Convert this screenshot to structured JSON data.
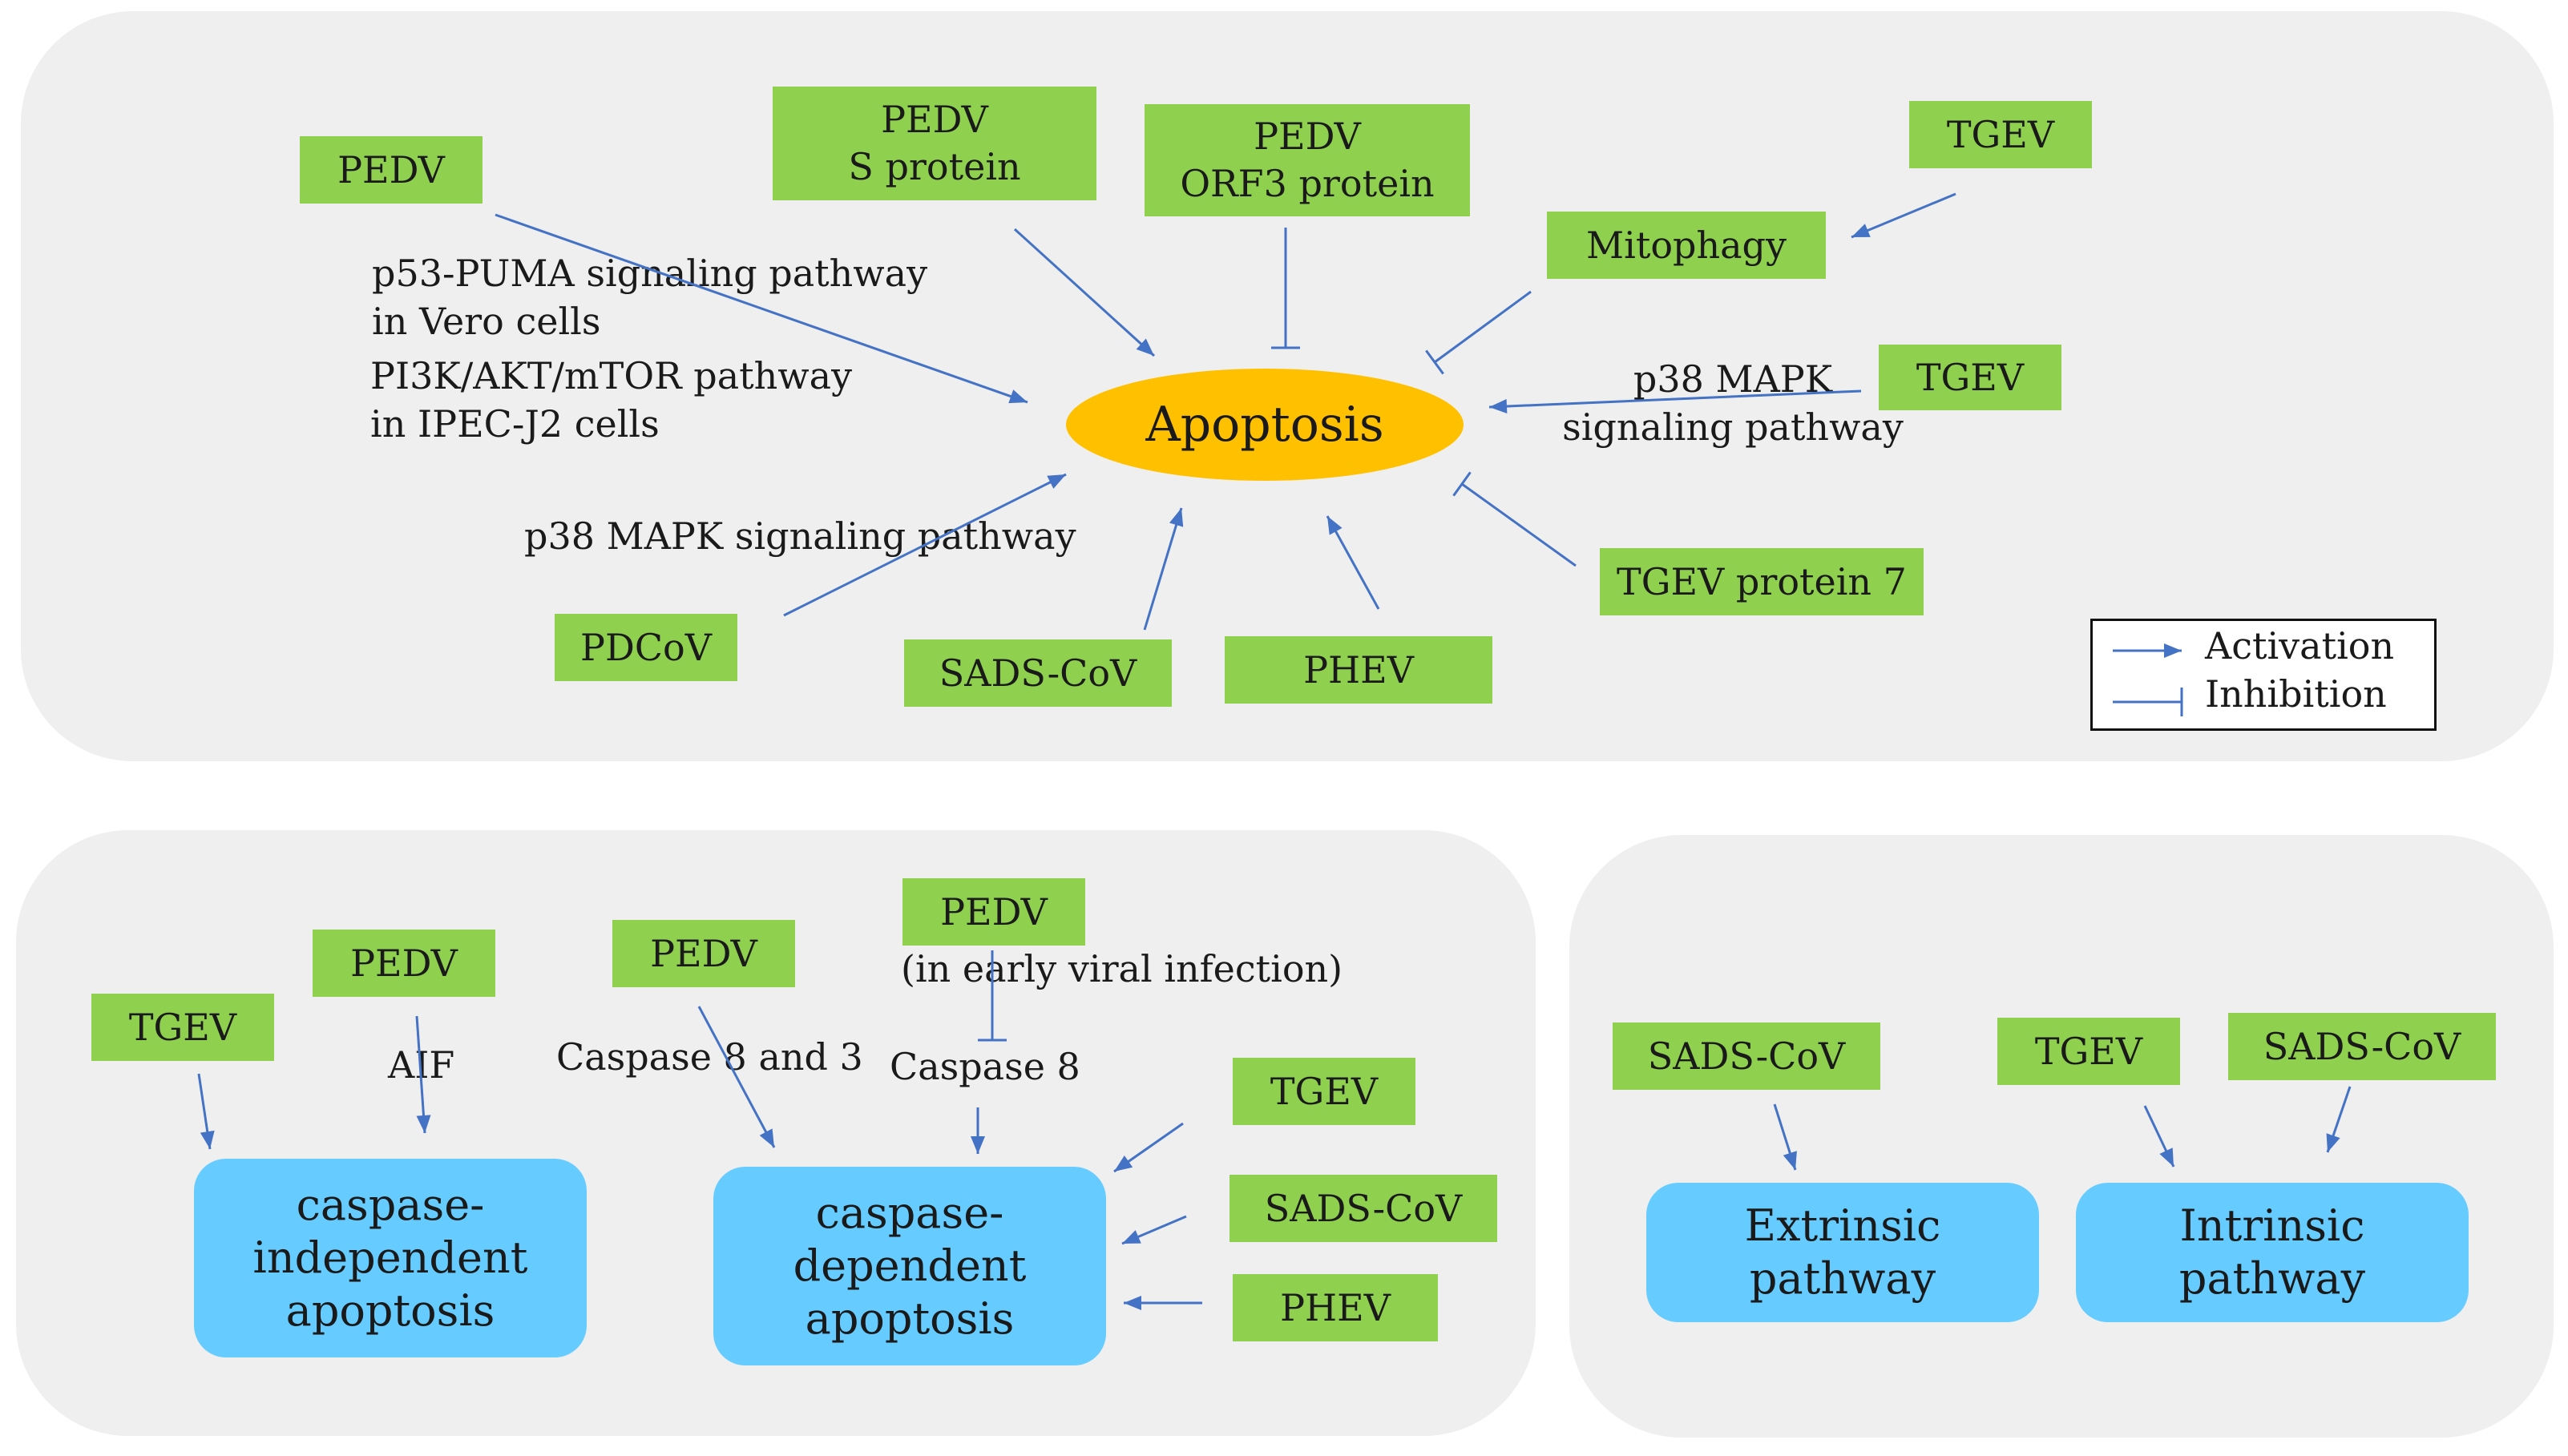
{
  "colors": {
    "panel_bg": "#efefef",
    "green_box": "#8fd14f",
    "blue_box": "#66ccff",
    "apoptosis_ellipse": "#ffc000",
    "arrow": "#4472c4"
  },
  "top_panel": {
    "center": "Apoptosis",
    "boxes": {
      "pedv_left": "PEDV",
      "pedv_s_line1": "PEDV",
      "pedv_s_line2": "S protein",
      "pedv_orf3_line1": "PEDV",
      "pedv_orf3_line2": "ORF3 protein",
      "mitophagy": "Mitophagy",
      "tgev_top": "TGEV",
      "tgev_mid": "TGEV",
      "tgev_protein7": "TGEV protein 7",
      "pdcov": "PDCoV",
      "sads_cov": "SADS-CoV",
      "phev": "PHEV"
    },
    "labels": {
      "p53_line1": "p53-PUMA signaling pathway",
      "p53_line2": "in Vero cells",
      "pi3k_line1": "PI3K/AKT/mTOR pathway",
      "pi3k_line2": "in IPEC-J2 cells",
      "p38_left": "p38 MAPK signaling  pathway",
      "p38_right_line1": "p38 MAPK",
      "p38_right_line2": "signaling  pathway"
    },
    "legend": {
      "activation": "Activation",
      "inhibition": "Inhibition"
    }
  },
  "bottom_left_panel": {
    "boxes": {
      "tgev": "TGEV",
      "pedv_aif": "PEDV",
      "pedv_caspase": "PEDV",
      "pedv_early": "PEDV",
      "tgev_right": "TGEV",
      "sads_cov": "SADS-CoV",
      "phev": "PHEV"
    },
    "labels": {
      "aif": "AIF",
      "caspase_8_3": "Caspase 8 and 3",
      "early_infection": "(in early viral infection)",
      "caspase_8": "Caspase  8"
    },
    "outcomes": {
      "independent_line1": "caspase-",
      "independent_line2": "independent",
      "independent_line3": "apoptosis",
      "dependent_line1": "caspase-",
      "dependent_line2": "dependent",
      "dependent_line3": "apoptosis"
    }
  },
  "bottom_right_panel": {
    "boxes": {
      "sads_cov_left": "SADS-CoV",
      "tgev": "TGEV",
      "sads_cov_right": "SADS-CoV"
    },
    "outcomes": {
      "extrinsic_line1": "Extrinsic",
      "extrinsic_line2": "pathway",
      "intrinsic_line1": "Intrinsic",
      "intrinsic_line2": "pathway"
    }
  }
}
